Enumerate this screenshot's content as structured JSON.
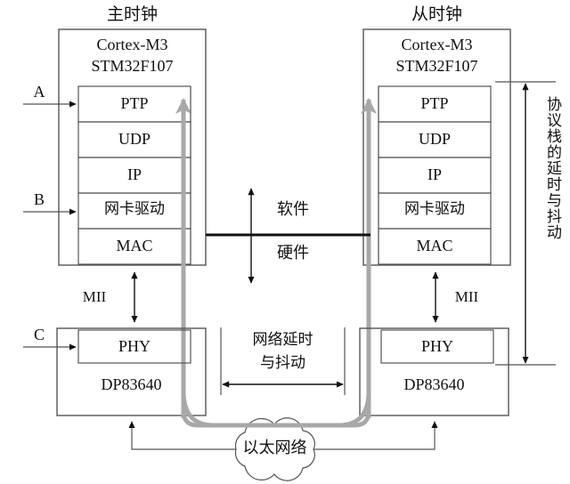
{
  "diagram": {
    "title_master": "主时钟",
    "title_slave": "从时钟",
    "mcu_line1": "Cortex-M3",
    "mcu_line2": "STM32F107",
    "stack_layers": [
      "PTP",
      "UDP",
      "IP",
      "网卡驱动",
      "MAC"
    ],
    "phy_label": "PHY",
    "phy_chip": "DP83640",
    "mii_label": "MII",
    "software_label": "软件",
    "hardware_label": "硬件",
    "network_delay_label_line1": "网络延时",
    "network_delay_label_line2": "与抖动",
    "stack_delay_label": "协议栈的延时与抖动",
    "cloud_label": "以太网络",
    "tap_points": [
      "A",
      "B",
      "C"
    ],
    "colors": {
      "line": "#3a3a3a",
      "box": "#555555",
      "gray_arrow": "#a8a8a8",
      "text": "#111111",
      "background": "#ffffff"
    }
  }
}
